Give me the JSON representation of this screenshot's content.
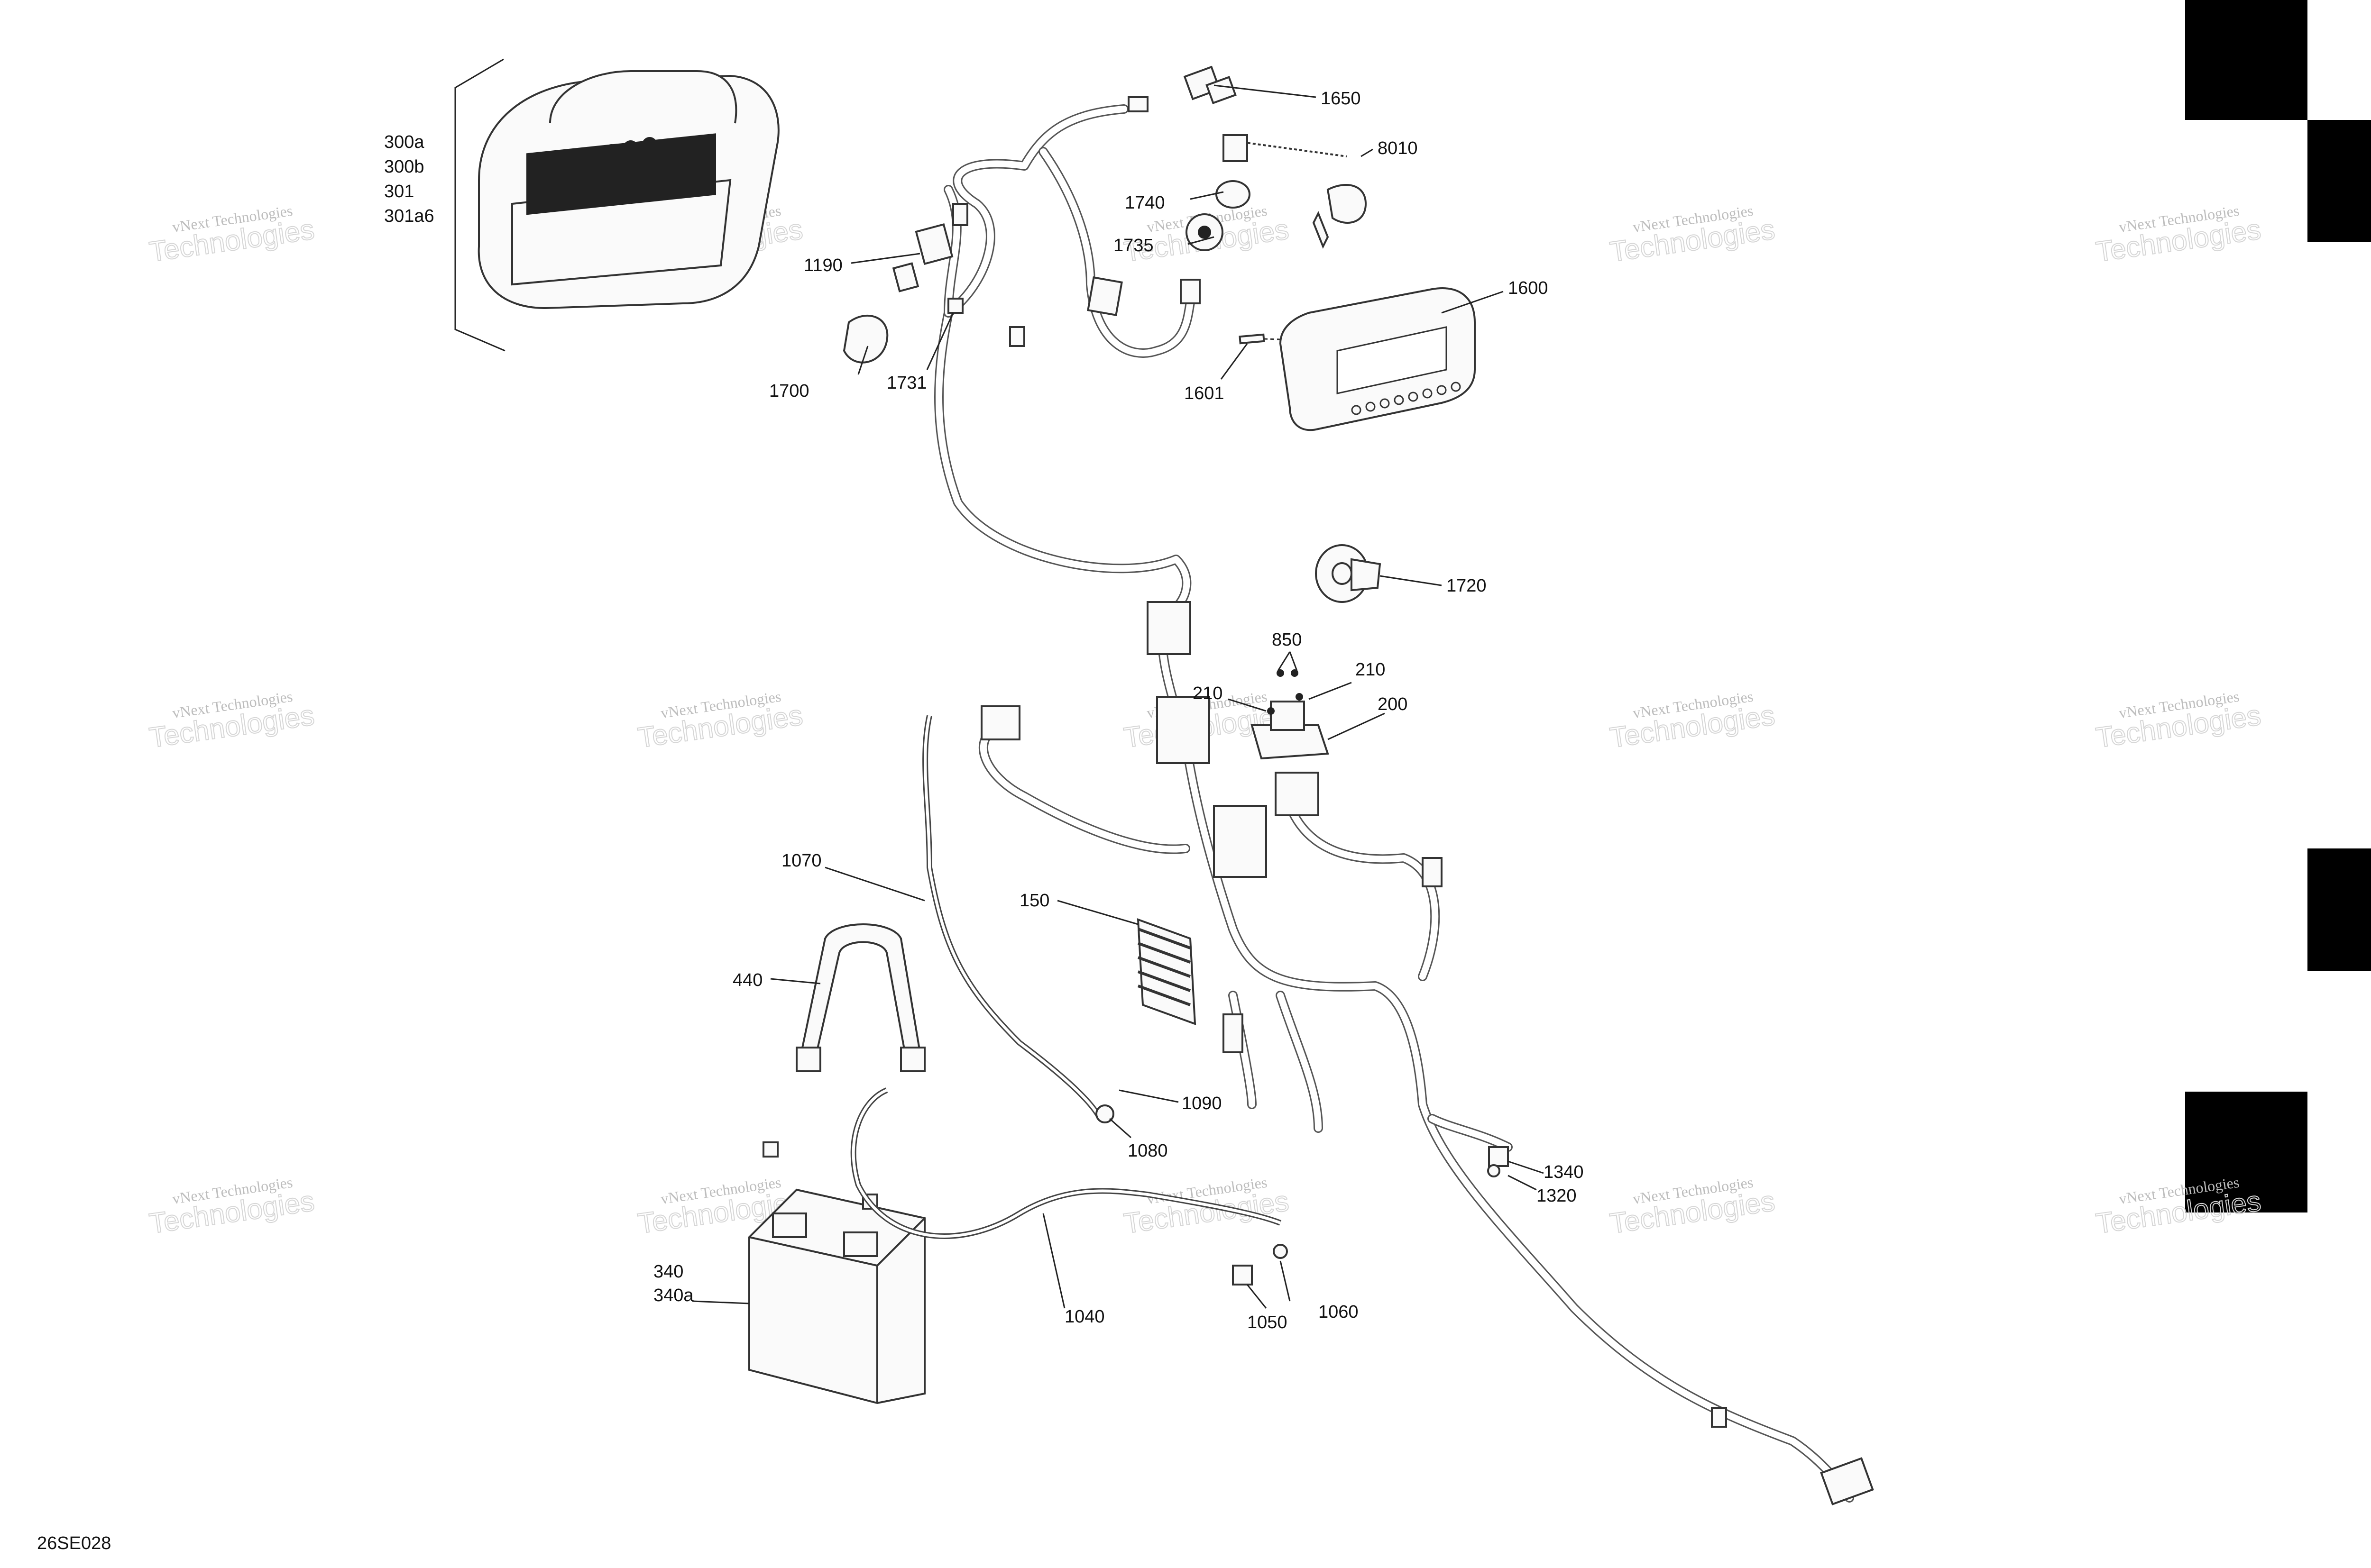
{
  "diagram_code": "26SE028",
  "watermark": {
    "line1": "vNext Technologies",
    "line2": "Technologies"
  },
  "labels": {
    "l300a": "300a",
    "l300b": "300b",
    "l301": "301",
    "l301a6": "301a6",
    "l1650": "1650",
    "l8010": "8010",
    "l1740": "1740",
    "l1735": "1735",
    "l1190": "1190",
    "l1600": "1600",
    "l1700": "1700",
    "l1731": "1731",
    "l1601": "1601",
    "l1720": "1720",
    "l850": "850",
    "l210a": "210",
    "l210b": "210",
    "l200": "200",
    "l1070": "1070",
    "l150": "150",
    "l440": "440",
    "l1090": "1090",
    "l1080": "1080",
    "l1340": "1340",
    "l1320": "1320",
    "l340": "340",
    "l340a": "340a",
    "l1040": "1040",
    "l1060": "1060",
    "l1050": "1050"
  },
  "colors": {
    "ink": "#222222",
    "block": "#000000",
    "watermark": "#bdbdbd"
  }
}
